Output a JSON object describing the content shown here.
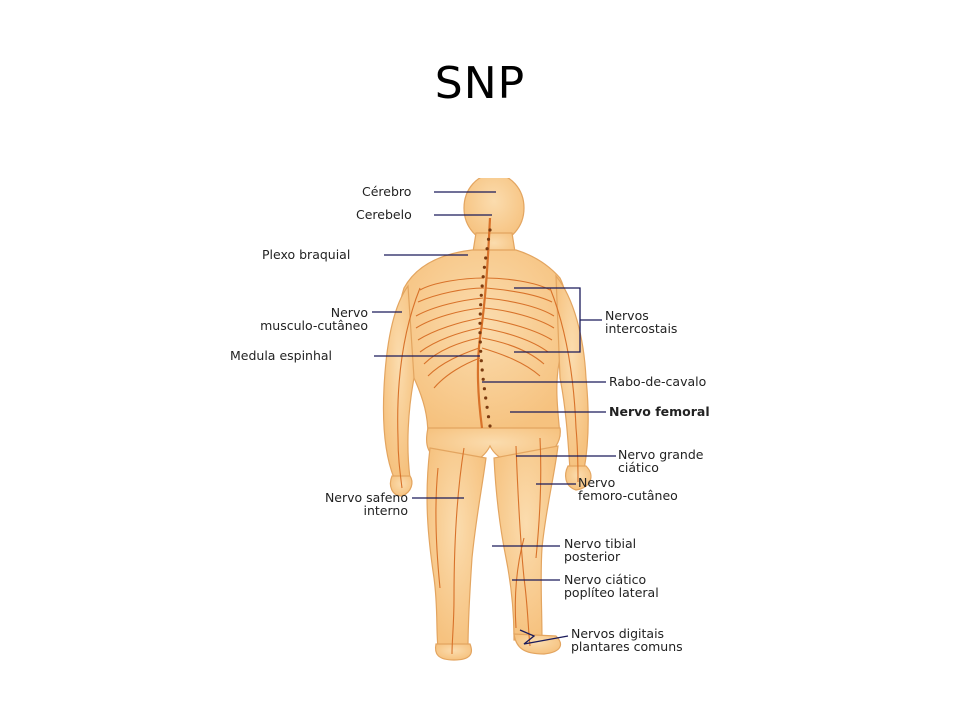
{
  "slide": {
    "title": "SNP"
  },
  "diagram": {
    "colors": {
      "skin": "#f6c27f",
      "skin_light": "#fbdcae",
      "nerve": "#d8722a",
      "leader": "#1a1a5a",
      "background": "#ffffff"
    },
    "labels": {
      "cerebro": "Cérebro",
      "cerebelo": "Cerebelo",
      "plexo_braquial": "Plexo braquial",
      "nervo_musculo_line1": "Nervo",
      "nervo_musculo_line2": "musculo-cutâneo",
      "medula_espinhal": "Medula espinhal",
      "nervo_safeno_line1": "Nervo safeno",
      "nervo_safeno_line2": "interno",
      "nervos_intercostais_line1": "Nervos",
      "nervos_intercostais_line2": "intercostais",
      "rabo_de_cavalo": "Rabo-de-cavalo",
      "nervo_femoral": "Nervo femoral",
      "nervo_grande_ciatico_line1": "Nervo grande",
      "nervo_grande_ciatico_line2": "ciático",
      "nervo_femoro_line1": "Nervo",
      "nervo_femoro_line2": "femoro-cutâneo",
      "nervo_tibial_line1": "Nervo tibial",
      "nervo_tibial_line2": "posterior",
      "nervo_ciatico_popliteo_line1": "Nervo ciático",
      "nervo_ciatico_popliteo_line2": "poplíteo lateral",
      "nervos_digitais_line1": "Nervos digitais",
      "nervos_digitais_line2": "plantares comuns"
    }
  }
}
